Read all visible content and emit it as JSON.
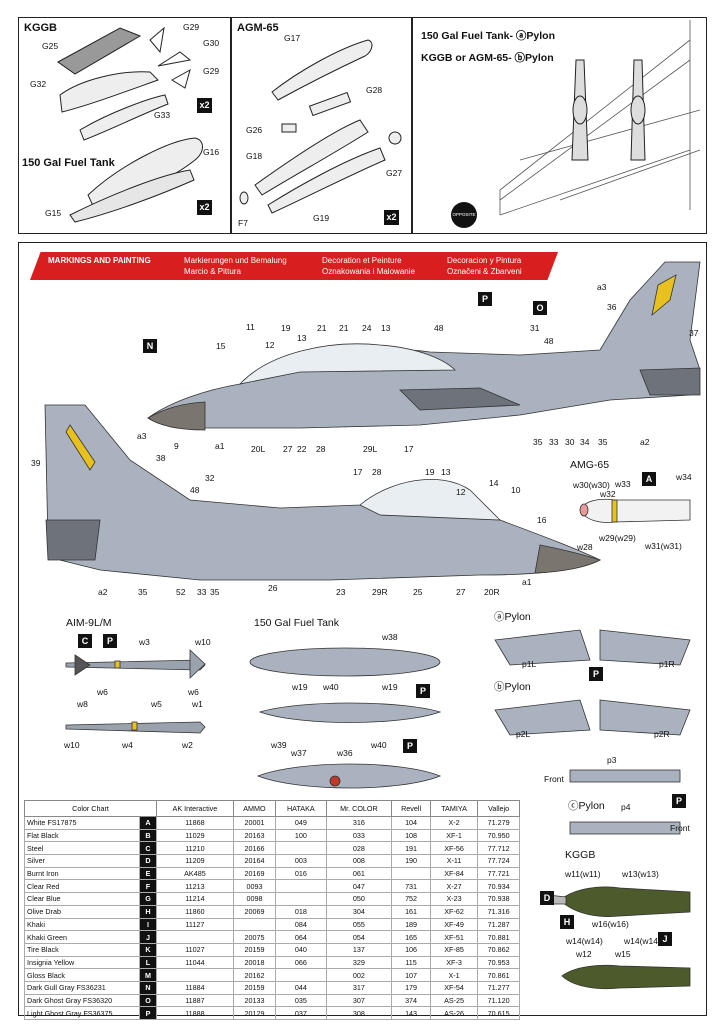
{
  "top": {
    "kggb": {
      "title": "KGGB",
      "parts": [
        "G25",
        "G29",
        "G30",
        "G29",
        "G32",
        "G33"
      ],
      "qty": "x2"
    },
    "tank": {
      "title": "150 Gal Fuel Tank",
      "parts": [
        "G16",
        "G15"
      ],
      "qty": "x2"
    },
    "agm": {
      "title": "AGM-65",
      "parts": [
        "G17",
        "G28",
        "G26",
        "G18",
        "G27",
        "F7",
        "G19"
      ],
      "qty": "x2"
    },
    "pylon": {
      "line1": "150 Gal Fuel Tank- ⓐPylon",
      "line2": "KGGB or AGM-65- ⓑPylon",
      "badge": "OPPOSITE"
    }
  },
  "header": {
    "col1": [
      "MARKINGS AND PAINTING",
      ""
    ],
    "col2": [
      "Markierungen und Bemalung",
      "Marcio & Pittura"
    ],
    "col3": [
      "Decoration et Peinture",
      "Oznakowania i Malowanie"
    ],
    "col4": [
      "Decoracion y Pintura",
      "Označeni & Zbarveni"
    ]
  },
  "upper_jet_callouts": [
    "a3",
    "36",
    "37",
    "11",
    "19",
    "13",
    "21",
    "21",
    "24",
    "13",
    "48",
    "31",
    "48",
    "15",
    "12",
    "9",
    "a1",
    "20L",
    "27",
    "22",
    "28",
    "29L",
    "17",
    "35",
    "33",
    "30",
    "34",
    "35",
    "a2"
  ],
  "lower_jet_callouts": [
    "39",
    "38",
    "a3",
    "32",
    "48",
    "17",
    "28",
    "19",
    "13",
    "12",
    "14",
    "10",
    "16",
    "a2",
    "35",
    "52",
    "33",
    "35",
    "26",
    "23",
    "29R",
    "25",
    "27",
    "20R",
    "a1"
  ],
  "tags": {
    "N": "N",
    "P": "P",
    "O": "O",
    "A": "A",
    "C": "C",
    "D": "D",
    "H": "H",
    "J": "J"
  },
  "agm65": {
    "title": "AMG-65",
    "labels": [
      "w30(w30)",
      "w33",
      "w34",
      "w32",
      "w28",
      "w29(w29)",
      "w31(w31)"
    ]
  },
  "aim9": {
    "title": "AIM-9L/M",
    "labels": [
      "w3",
      "w10",
      "w6",
      "w6",
      "w8",
      "w5",
      "w1",
      "w10",
      "w4",
      "w2"
    ]
  },
  "fueltank": {
    "title": "150 Gal Fuel Tank",
    "labels": [
      "w38",
      "w19",
      "w40",
      "w19",
      "w39",
      "w40",
      "w37",
      "w36"
    ]
  },
  "pylons": {
    "a": {
      "title": "ⓐPylon",
      "labels": [
        "p1L",
        "p1R"
      ]
    },
    "b": {
      "title": "ⓑPylon",
      "labels": [
        "p2L",
        "p2R"
      ]
    },
    "c": {
      "title": "ⓒPylon",
      "labels": [
        "p3",
        "p4",
        "Front",
        "Front"
      ]
    }
  },
  "kggb_mark": {
    "title": "KGGB",
    "labels": [
      "w11(w11)",
      "w13(w13)",
      "w16(w16)",
      "w14(w14)",
      "w14(w14)",
      "w12",
      "w15"
    ]
  },
  "colors": {
    "upper_gray": "#a9b2be",
    "dark_gray": "#6e737b",
    "radome": "#7a756e",
    "green": "#4c5a2c",
    "red": "#d81e1e"
  },
  "color_chart": {
    "headers": [
      "Color Chart",
      "",
      "AK Interactive",
      "AMMO",
      "HATAKA",
      "Mr. COLOR",
      "Revell",
      "TAMIYA",
      "Vallejo"
    ],
    "rows": [
      [
        "White FS17875",
        "A",
        "11868",
        "20001",
        "049",
        "316",
        "104",
        "X-2",
        "71.279"
      ],
      [
        "Flat Black",
        "B",
        "11029",
        "20163",
        "100",
        "033",
        "108",
        "XF-1",
        "70.950"
      ],
      [
        "Steel",
        "C",
        "11210",
        "20166",
        "",
        "028",
        "191",
        "XF-56",
        "77.712"
      ],
      [
        "Silver",
        "D",
        "11209",
        "20164",
        "003",
        "008",
        "190",
        "X-11",
        "77.724"
      ],
      [
        "Burnt Iron",
        "E",
        "AK485",
        "20169",
        "016",
        "061",
        "",
        "XF-84",
        "77.721"
      ],
      [
        "Clear Red",
        "F",
        "11213",
        "0093",
        "",
        "047",
        "731",
        "X-27",
        "70.934"
      ],
      [
        "Clear Blue",
        "G",
        "11214",
        "0098",
        "",
        "050",
        "752",
        "X-23",
        "70.938"
      ],
      [
        "Olive Drab",
        "H",
        "11860",
        "20069",
        "018",
        "304",
        "161",
        "XF-62",
        "71.316"
      ],
      [
        "Khaki",
        "I",
        "11127",
        "",
        "084",
        "055",
        "189",
        "XF-49",
        "71.287"
      ],
      [
        "Khaki Green",
        "J",
        "",
        "20075",
        "064",
        "054",
        "165",
        "XF-51",
        "70.881"
      ],
      [
        "Tire Black",
        "K",
        "11027",
        "20159",
        "040",
        "137",
        "106",
        "XF-85",
        "70.862"
      ],
      [
        "Insignia Yellow",
        "L",
        "11044",
        "20018",
        "066",
        "329",
        "115",
        "XF-3",
        "70.953"
      ],
      [
        "Gloss Black",
        "M",
        "",
        "20162",
        "",
        "002",
        "107",
        "X-1",
        "70.861"
      ],
      [
        "Dark Gull Gray FS36231",
        "N",
        "11884",
        "20159",
        "044",
        "317",
        "179",
        "XF-54",
        "71.277"
      ],
      [
        "Dark Ghost Gray FS36320",
        "O",
        "11887",
        "20133",
        "035",
        "307",
        "374",
        "AS-25",
        "71.120"
      ],
      [
        "Light Ghost Gray FS36375",
        "P",
        "11888",
        "20129",
        "037",
        "308",
        "143",
        "AS-26",
        "70.615"
      ]
    ]
  }
}
